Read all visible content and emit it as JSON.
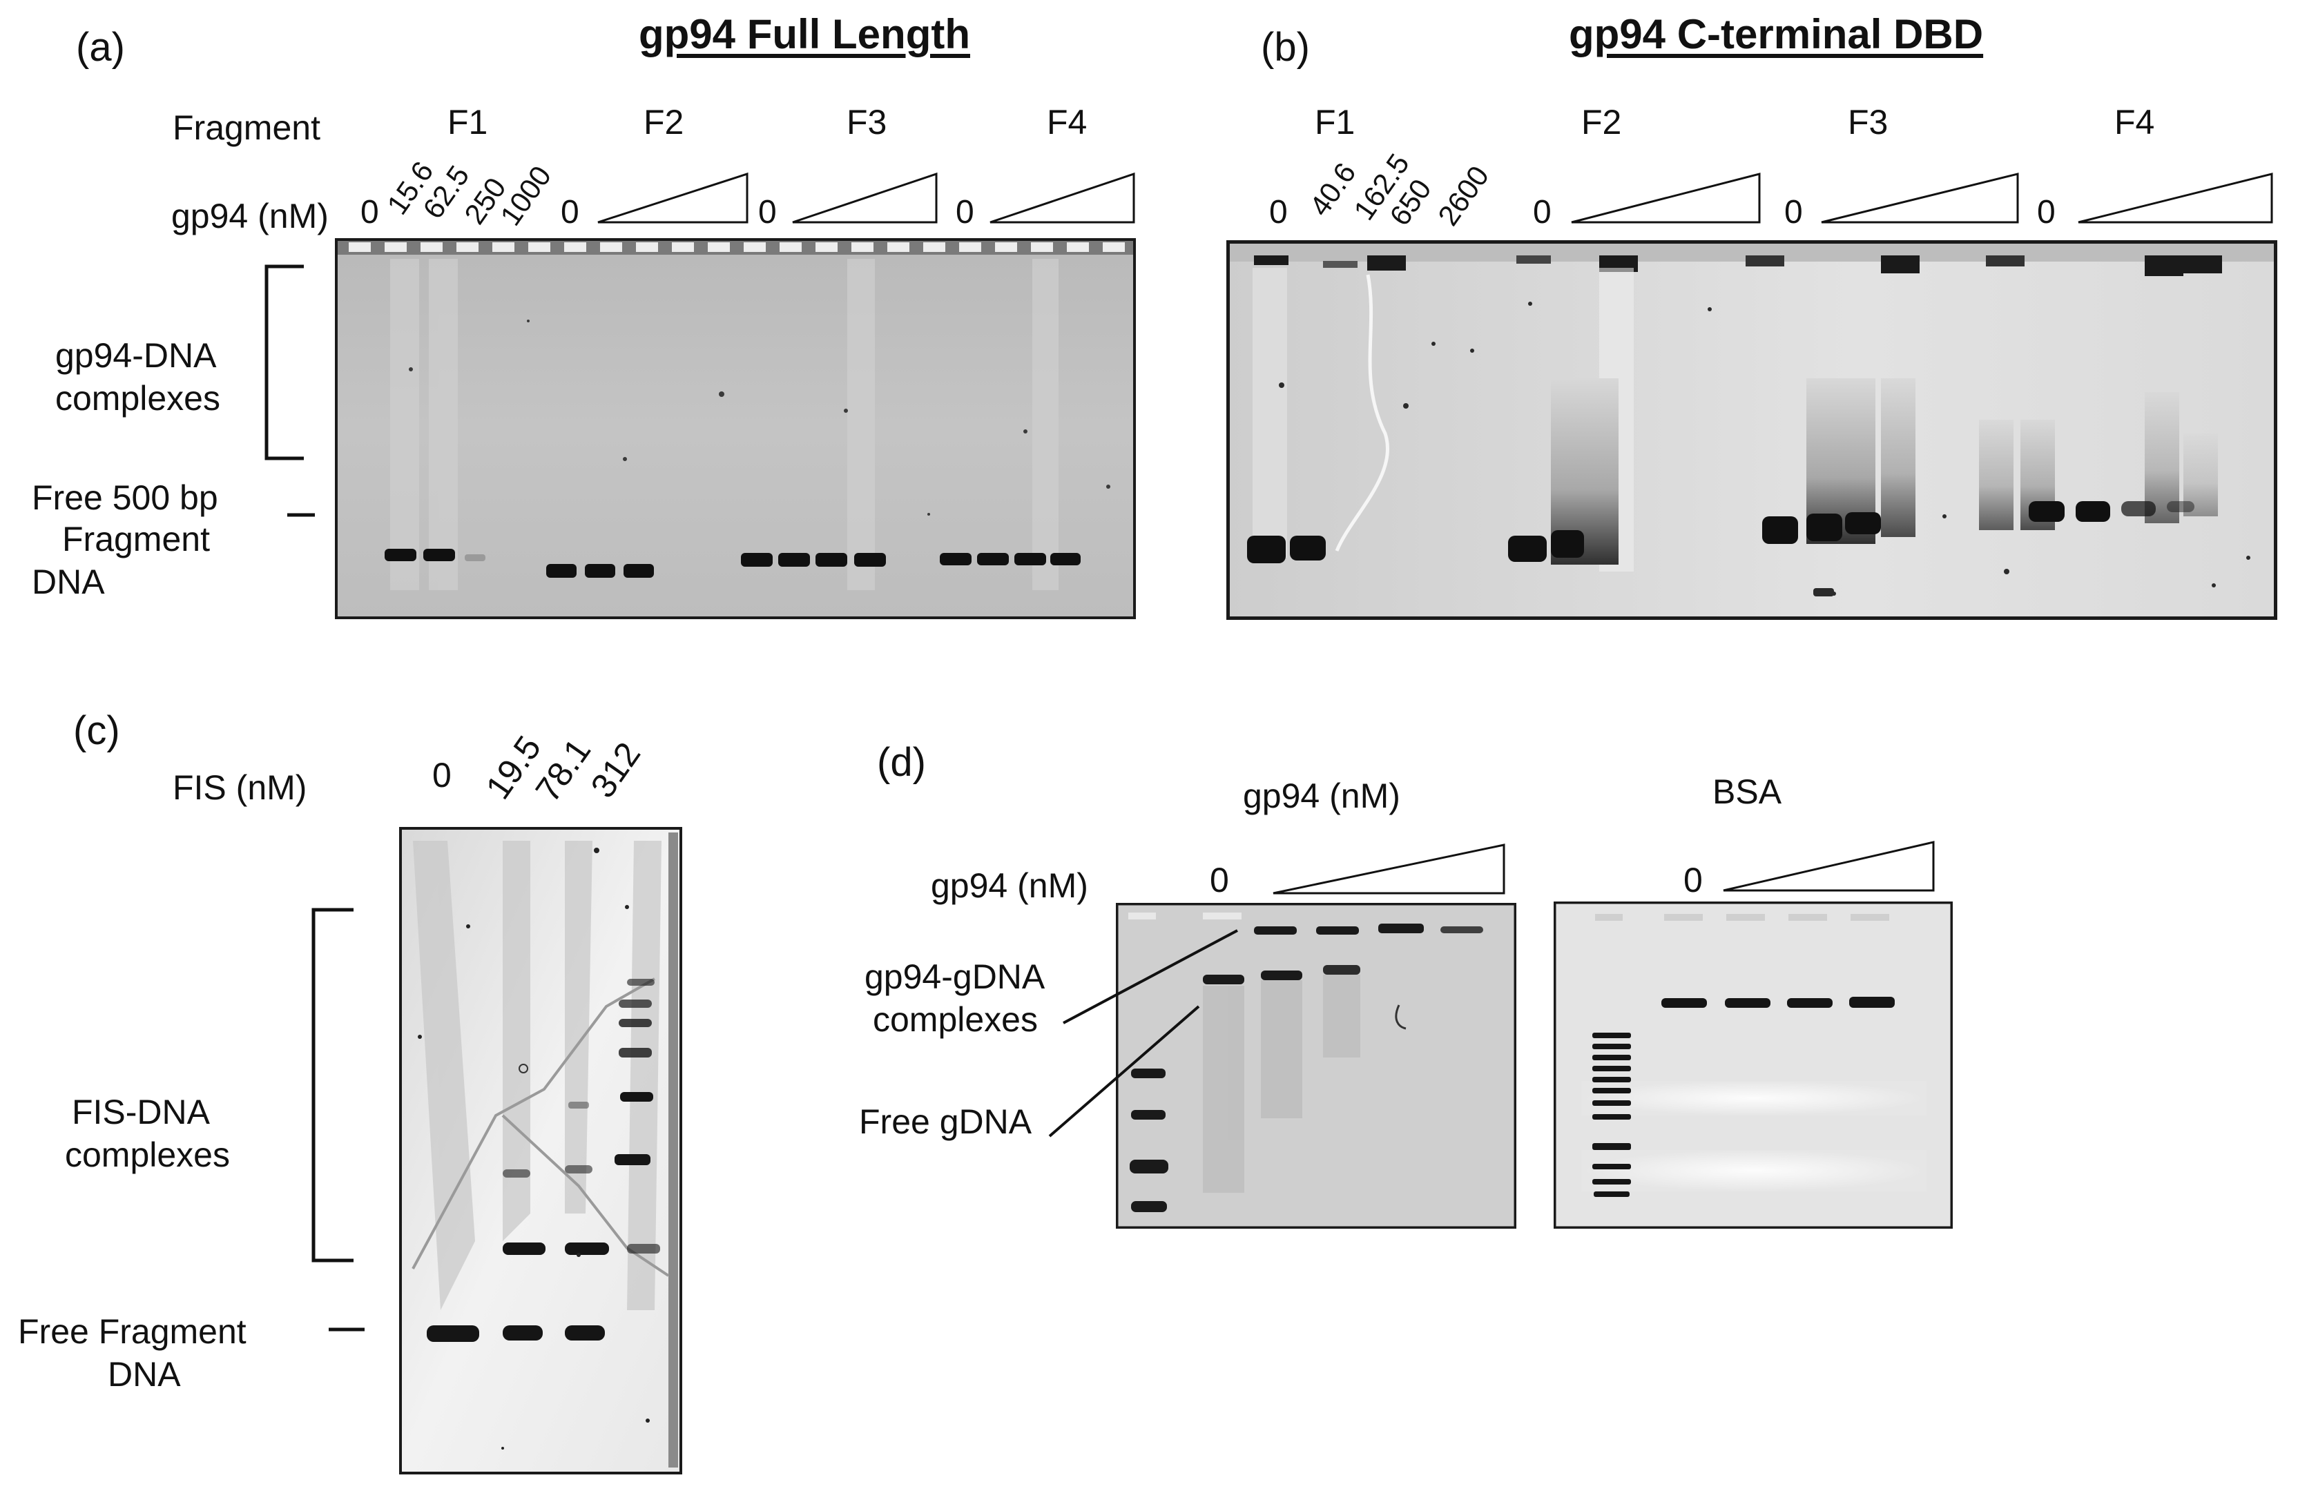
{
  "panel_a": {
    "label": "(a)",
    "title": "gp94  Full Length",
    "fragment_row_label": "Fragment",
    "fragments": [
      "F1",
      "F2",
      "F3",
      "F4"
    ],
    "conc_row_label": "gp94 (nM)",
    "concentrations": [
      "0",
      "15.6",
      "62.5",
      "250",
      "1000"
    ],
    "zeros": [
      "0",
      "0",
      "0",
      "0"
    ],
    "complex_label_1": "gp94-DNA",
    "complex_label_2": "complexes",
    "free_label_1": "Free 500 bp",
    "free_label_2": "Fragment",
    "free_label_3": "DNA"
  },
  "panel_b": {
    "label": "(b)",
    "title": "gp94 C-terminal DBD",
    "fragments": [
      "F1",
      "F2",
      "F3",
      "F4"
    ],
    "concentrations": [
      "0",
      "40.6",
      "162.5",
      "650",
      "2600"
    ],
    "zeros": [
      "0",
      "0",
      "0",
      "0"
    ]
  },
  "panel_c": {
    "label": "(c)",
    "conc_row_label": "FIS (nM)",
    "concentrations": [
      "0",
      "19.5",
      "78.1",
      "312"
    ],
    "complex_label_1": "FIS-DNA",
    "complex_label_2": "complexes",
    "free_label_1": "Free Fragment",
    "free_label_2": "DNA"
  },
  "panel_d": {
    "label": "(d)",
    "left_title": "gp94 (nM)",
    "right_title": "BSA",
    "conc_row_label": "gp94 (nM)",
    "zero_left": "0",
    "zero_right": "0",
    "complex_label_1": "gp94-gDNA",
    "complex_label_2": "complexes",
    "free_label": "Free gDNA"
  }
}
